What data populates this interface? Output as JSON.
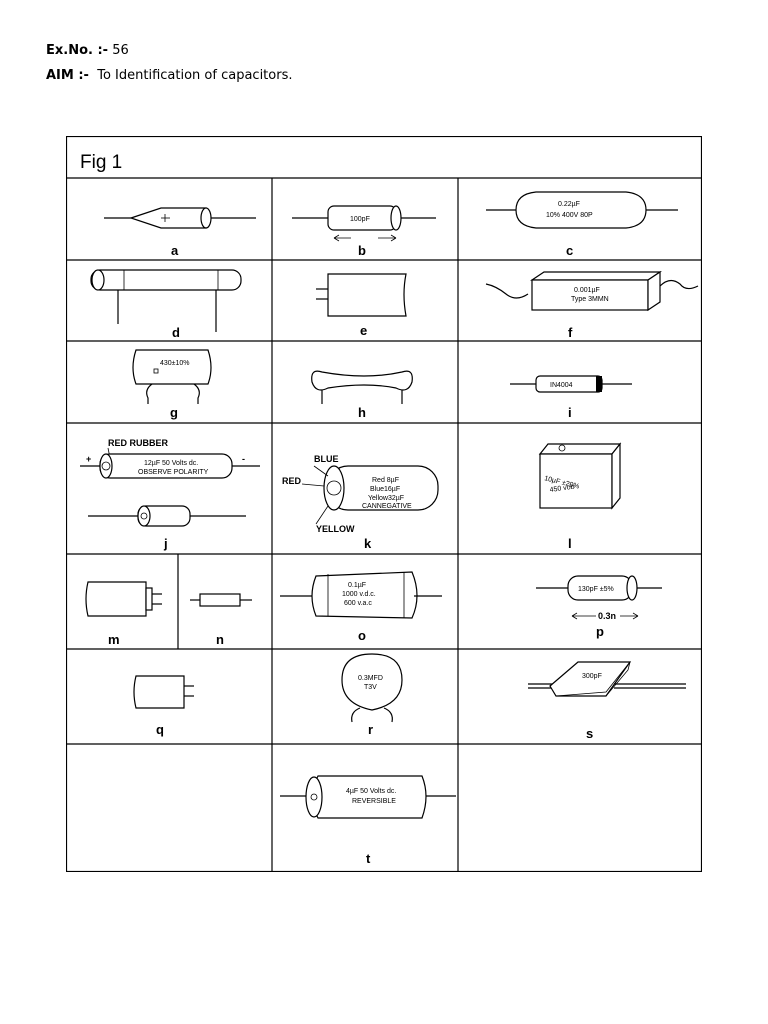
{
  "header": {
    "ex_label": "Ex.No. :-",
    "ex_value": "56",
    "aim_label": "AIM :-",
    "aim_text": "To Identification of capacitors."
  },
  "figure": {
    "title": "Fig 1",
    "labels": {
      "a": "a",
      "b": "b",
      "c": "c",
      "d": "d",
      "e": "e",
      "f": "f",
      "g": "g",
      "h": "h",
      "i": "i",
      "j": "j",
      "k": "k",
      "l": "l",
      "m": "m",
      "n": "n",
      "o": "o",
      "p": "p",
      "q": "q",
      "r": "r",
      "s": "s",
      "t": "t"
    },
    "markings": {
      "b": "100pF",
      "c1": "0.22µF",
      "c2": "10% 400V 80P",
      "f1": "0.001µF",
      "f2": "Type 3MMN",
      "g": "430±10%",
      "i": "IN4004",
      "j_rubber": "RED RUBBER",
      "j1": "12µF 50 Volts dc.",
      "j2": "OBSERVE POLARITY",
      "j_plus": "+",
      "j_minus": "-",
      "k_blue": "BLUE",
      "k_red": "RED",
      "k_yellow": "YELLOW",
      "k1": "Red 8µF",
      "k2": "Blue16µF",
      "k3": "Yellow32µF",
      "k4": "CANNEGATIVE",
      "l1": "10µF ±20%",
      "l2": "450 vob",
      "o1": "0.1µF",
      "o2": "1000 v.d.c.",
      "o3": "600 v.a.c",
      "p1": "130pF ±5%",
      "p2": "0.3n",
      "r1": "0.3MFD",
      "r2": "T3V",
      "s": "300pF",
      "t1": "4µF 50 Volts dc.",
      "t2": "REVERSIBLE"
    }
  }
}
